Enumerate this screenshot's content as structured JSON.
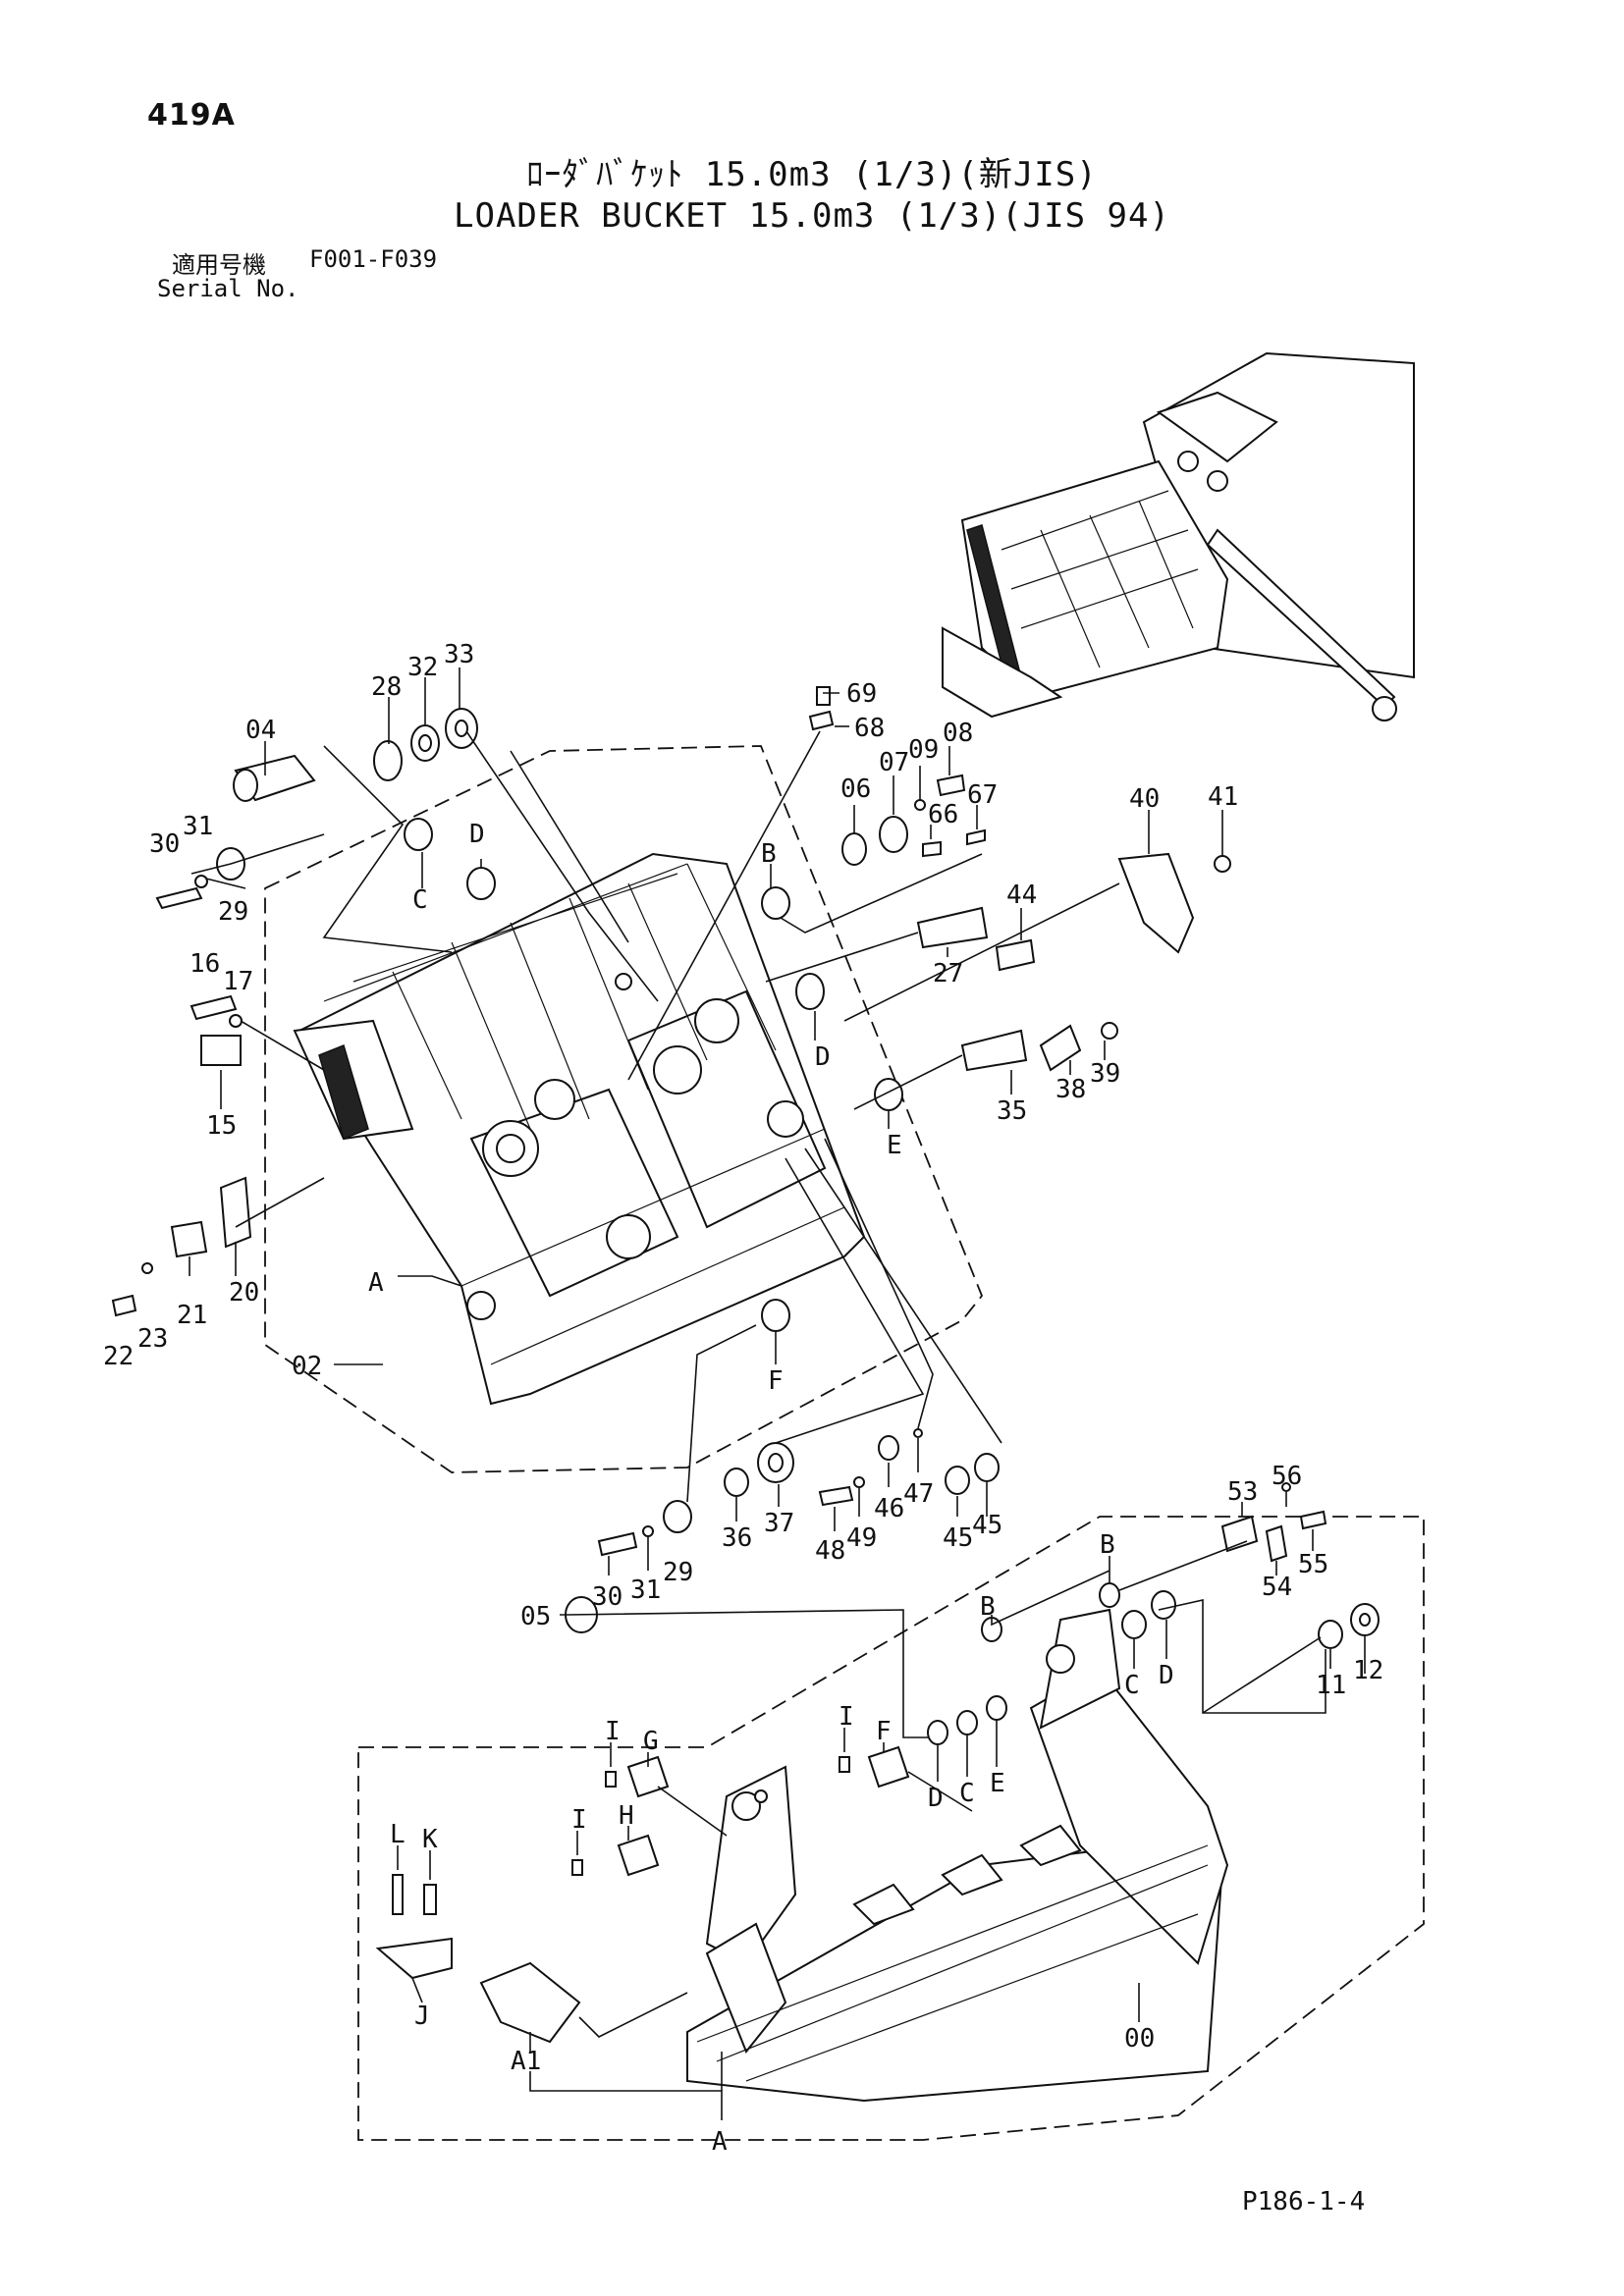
{
  "header": {
    "page_number": "419A",
    "title_jp": "ﾛｰﾀﾞﾊﾞｹｯﾄ 15.0m3 (1/3)(新JIS)",
    "title_en": "LOADER BUCKET 15.0m3 (1/3)(JIS 94)",
    "serial_jp": "適用号機",
    "serial_range": "F001-F039",
    "serial_en": "Serial No."
  },
  "footer": {
    "doc_ref": "P186-1-4"
  },
  "callouts": {
    "c00": "00",
    "c02": "02",
    "c04": "04",
    "c05": "05",
    "c06": "06",
    "c07": "07",
    "c08": "08",
    "c09": "09",
    "c11": "11",
    "c12": "12",
    "c15": "15",
    "c16": "16",
    "c17": "17",
    "c20": "20",
    "c21": "21",
    "c22": "22",
    "c23": "23",
    "c27": "27",
    "c28": "28",
    "c29a": "29",
    "c29b": "29",
    "c30a": "30",
    "c30b": "30",
    "c31a": "31",
    "c31b": "31",
    "c32": "32",
    "c33": "33",
    "c35": "35",
    "c36": "36",
    "c37": "37",
    "c38": "38",
    "c39": "39",
    "c40": "40",
    "c41": "41",
    "c44": "44",
    "c45a": "45",
    "c45b": "45",
    "c46": "46",
    "c47": "47",
    "c48": "48",
    "c49": "49",
    "c53": "53",
    "c54": "54",
    "c55": "55",
    "c56": "56",
    "c66": "66",
    "c67": "67",
    "c68": "68",
    "c69": "69"
  },
  "letters": {
    "A_link": "A",
    "A_bucket": "A",
    "A1": "A1",
    "B_link": "B",
    "B_b1": "B",
    "B_b2": "B",
    "C_link": "C",
    "C_b1": "C",
    "C_b2": "C",
    "D_link1": "D",
    "D_link2": "D",
    "D_b1": "D",
    "D_b2": "D",
    "E_link": "E",
    "E_b": "E",
    "F_link": "F",
    "F_b": "F",
    "G": "G",
    "H": "H",
    "I1": "I",
    "I2": "I",
    "I3": "I",
    "J": "J",
    "K": "K",
    "L": "L"
  }
}
